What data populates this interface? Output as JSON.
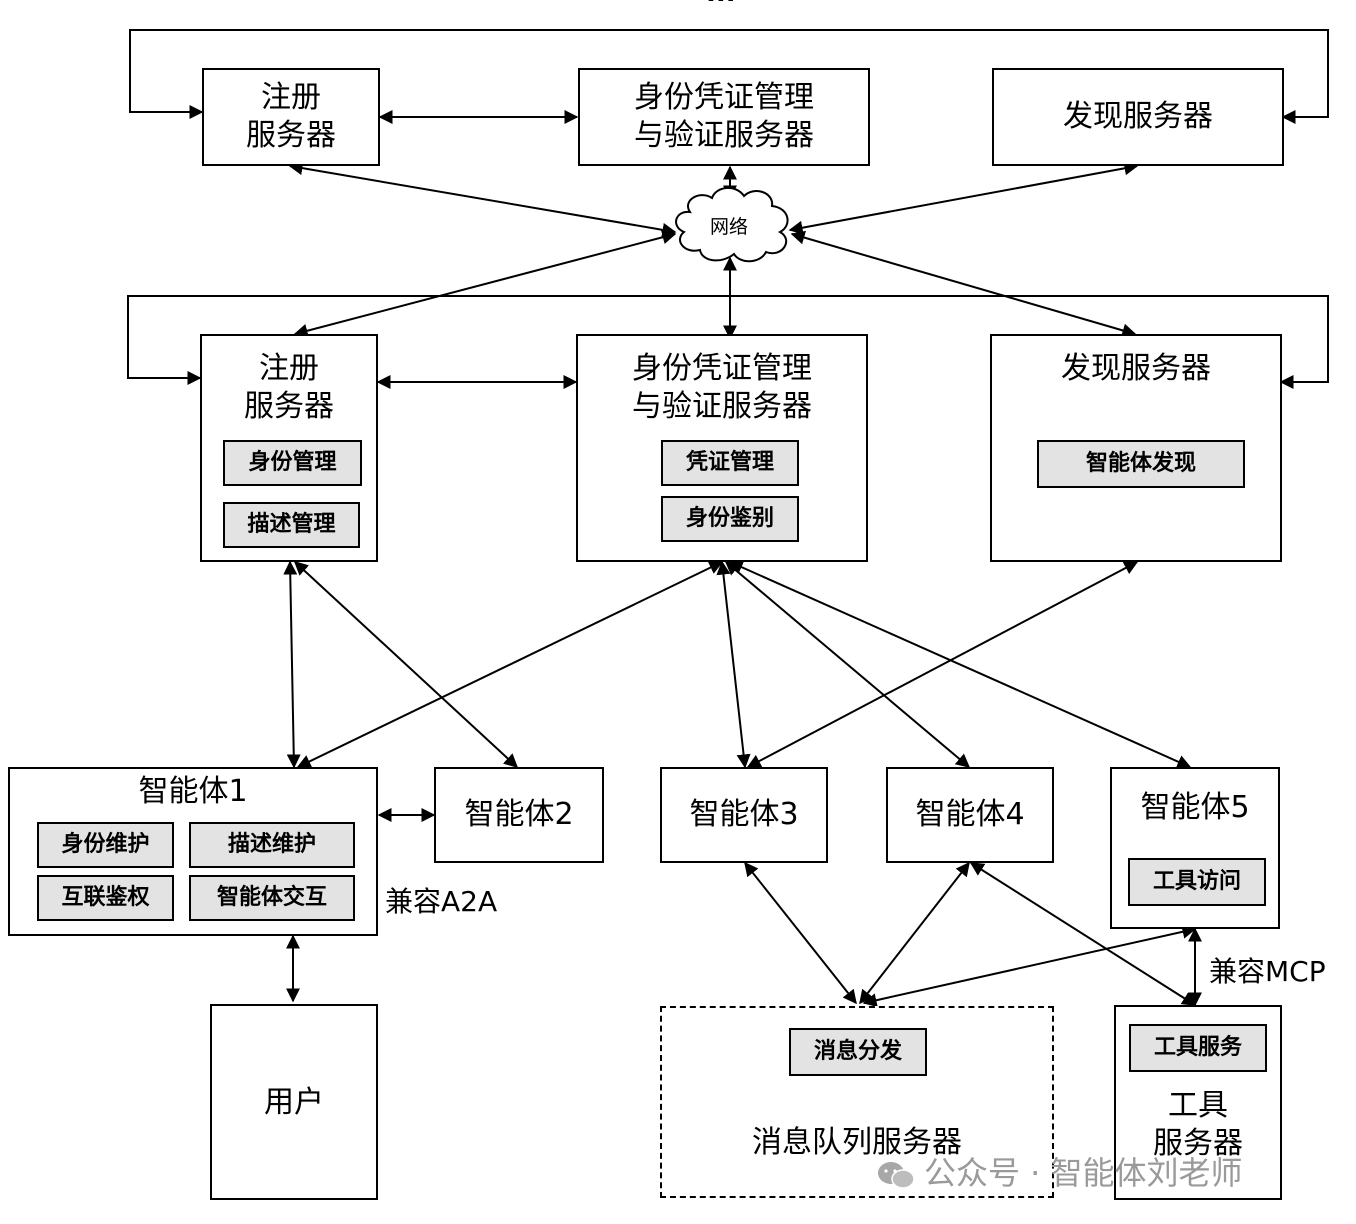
{
  "top_dots": "...",
  "network_label": "网络",
  "tier1": {
    "registry": "注册\n服务器",
    "identity": "身份凭证管理\n与验证服务器",
    "discovery": "发现服务器"
  },
  "tier2": {
    "registry": "注册\n服务器",
    "registry_modules": [
      "身份管理",
      "描述管理"
    ],
    "identity": "身份凭证管理\n与验证服务器",
    "identity_modules": [
      "凭证管理",
      "身份鉴别"
    ],
    "discovery": "发现服务器",
    "discovery_modules": [
      "智能体发现"
    ]
  },
  "agents": {
    "agent1": "智能体1",
    "agent1_modules": [
      "身份维护",
      "描述维护",
      "互联鉴权",
      "智能体交互"
    ],
    "agent2": "智能体2",
    "agent3": "智能体3",
    "agent4": "智能体4",
    "agent5": "智能体5",
    "agent5_modules": [
      "工具访问"
    ]
  },
  "compat_a2a": "兼容A2A",
  "compat_mcp": "兼容MCP",
  "user": "用户",
  "mq": {
    "module": "消息分发",
    "label": "消息队列服务器"
  },
  "tool": {
    "module": "工具服务",
    "label": "工具\n服务器"
  },
  "watermark": "公众号 · 智能体刘老师"
}
